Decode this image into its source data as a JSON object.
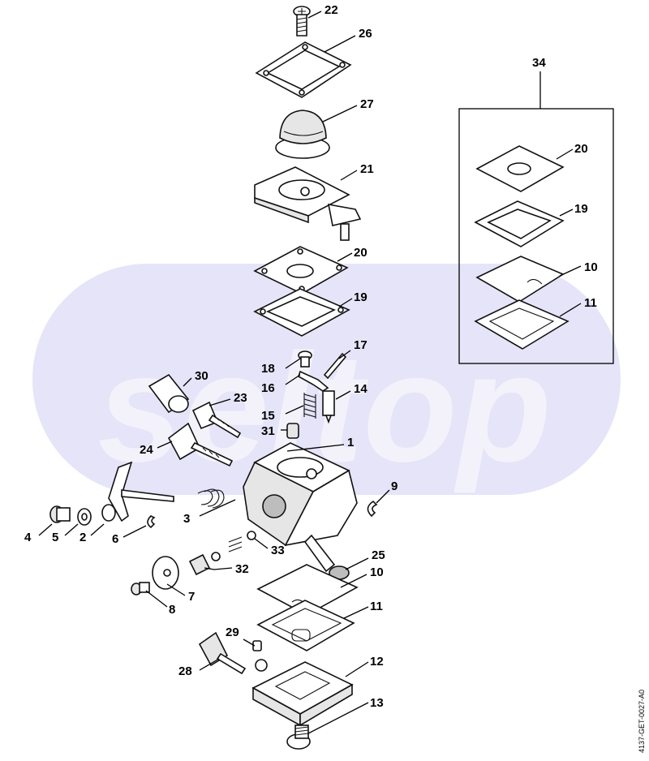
{
  "watermark": {
    "text": "seltop"
  },
  "drawing_code": "4137-GET-0027-A0",
  "group_label": "34",
  "callouts": {
    "c22": "22",
    "c26": "26",
    "c27": "27",
    "c21": "21",
    "c20": "20",
    "c19": "19",
    "c17": "17",
    "c18": "18",
    "c16": "16",
    "c14": "14",
    "c15": "15",
    "c31": "31",
    "c30": "30",
    "c23": "23",
    "c24": "24",
    "c1": "1",
    "c9": "9",
    "c3": "3",
    "c4": "4",
    "c5": "5",
    "c2": "2",
    "c6": "6",
    "c33": "33",
    "c32": "32",
    "c25": "25",
    "c10": "10",
    "c7": "7",
    "c8": "8",
    "c11": "11",
    "c29": "29",
    "c28": "28",
    "c12": "12",
    "c13": "13",
    "k20": "20",
    "k19": "19",
    "k10": "10",
    "k11": "11"
  }
}
